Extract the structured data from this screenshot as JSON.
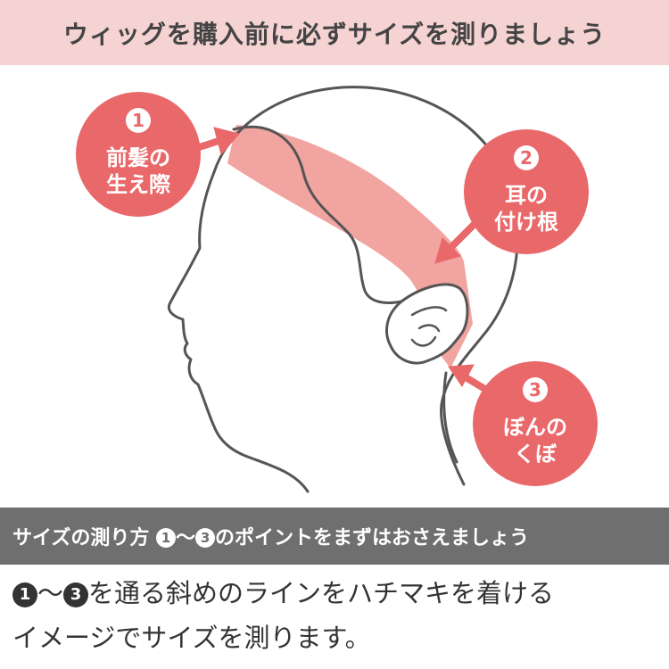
{
  "header": {
    "title": "ウィッグを購入前に必ずサイズを測りましょう"
  },
  "diagram": {
    "points": [
      {
        "num": "1",
        "line1": "前髪の",
        "line2": "生え際"
      },
      {
        "num": "2",
        "line1": "耳の",
        "line2": "付け根"
      },
      {
        "num": "3",
        "line1": "ぼんの",
        "line2": "くぼ"
      }
    ]
  },
  "section": {
    "title": "サイズの測り方",
    "start_num": "1",
    "tilde": "〜",
    "end_num": "3",
    "rest": "のポイントをまずはおさえましょう"
  },
  "description": {
    "start_num": "1",
    "tilde": "〜",
    "end_num": "3",
    "line1_rest": "を通る斜めのラインをハチマキを着ける",
    "line2": "イメージでサイズを測ります。"
  },
  "colors": {
    "banner_bg": "#f6d3d3",
    "badge": "#e9686a",
    "band": "#f09a96",
    "section_bg": "#6f6f6f",
    "outline": "#555555"
  }
}
